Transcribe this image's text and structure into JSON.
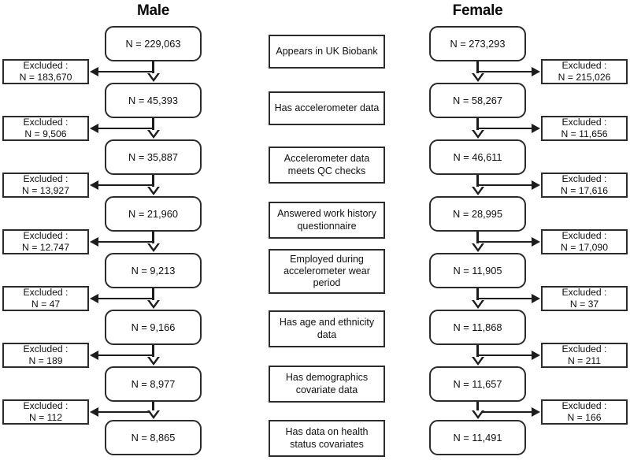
{
  "figure": {
    "type": "flow-diagram",
    "description": "Participant selection flow chart for male and female cohorts"
  },
  "columns": {
    "male": {
      "title": "Male",
      "counts": [
        "N = 229,063",
        "N =  45,393",
        "N = 35,887",
        "N = 21,960",
        "N = 9,213",
        "N = 9,166",
        "N = 8,977",
        "N = 8,865"
      ],
      "excluded": [
        {
          "label": "Excluded :",
          "value": "N = 183,670"
        },
        {
          "label": "Excluded :",
          "value": "N = 9,506"
        },
        {
          "label": "Excluded :",
          "value": "N = 13,927"
        },
        {
          "label": "Excluded :",
          "value": "N = 12.747"
        },
        {
          "label": "Excluded :",
          "value": "N = 47"
        },
        {
          "label": "Excluded :",
          "value": "N = 189"
        },
        {
          "label": "Excluded :",
          "value": "N = 112"
        }
      ]
    },
    "female": {
      "title": "Female",
      "counts": [
        "N = 273,293",
        "N = 58,267",
        "N = 46,611",
        "N = 28,995",
        "N = 11,905",
        "N = 11,868",
        "N = 11,657",
        "N = 11,491"
      ],
      "excluded": [
        {
          "label": "Excluded :",
          "value": "N = 215,026"
        },
        {
          "label": "Excluded :",
          "value": "N = 11,656"
        },
        {
          "label": "Excluded :",
          "value": "N = 17,616"
        },
        {
          "label": "Excluded :",
          "value": "N = 17,090"
        },
        {
          "label": "Excluded :",
          "value": "N = 37"
        },
        {
          "label": "Excluded :",
          "value": "N = 211"
        },
        {
          "label": "Excluded :",
          "value": "N = 166"
        }
      ]
    }
  },
  "criteria": [
    "Appears in UK Biobank",
    "Has accelerometer data",
    "Accelerometer data\nmeets QC checks",
    "Answered work history\nquestionnaire",
    "Employed during\naccelerometer wear\nperiod",
    "Has age and ethnicity\ndata",
    "Has demographics\ncovariate data",
    "Has data on health\nstatus covariates"
  ],
  "colors": {
    "stroke": "#2b2b2b",
    "connector": "#1d1d1d",
    "background": "#ffffff",
    "text": "#101010"
  }
}
